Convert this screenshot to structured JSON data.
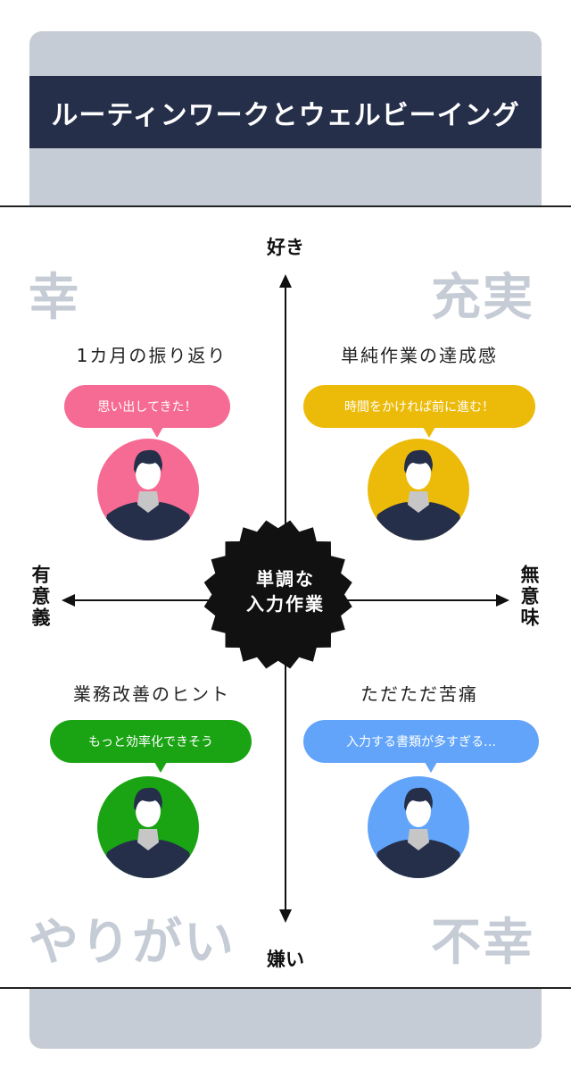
{
  "title": "ルーティンワークとウェルビーイング",
  "axes": {
    "top": "好き",
    "bottom": "嫌い",
    "left": "有意義",
    "right": "無意味"
  },
  "center": {
    "line1": "単調な",
    "line2": "入力作業"
  },
  "quadrants": {
    "top_left": {
      "corner": "幸",
      "caption": "1カ月の振り返り",
      "bubble": "思い出してきた！",
      "color": "#f56b93"
    },
    "top_right": {
      "corner": "充実",
      "caption": "単純作業の達成感",
      "bubble": "時間をかければ前に進む！",
      "color": "#ecbb0a"
    },
    "bottom_left": {
      "corner": "やりがい",
      "caption": "業務改善のヒント",
      "bubble": "もっと効率化できそう",
      "color": "#1aa414"
    },
    "bottom_right": {
      "corner": "不幸",
      "caption": "ただただ苦痛",
      "bubble": "入力する書類が多すぎる…",
      "color": "#61a4f9"
    }
  },
  "colors": {
    "navy": "#252f4a",
    "card_gray": "#c5ccd5",
    "watermark_gray": "#c5ccd5"
  }
}
